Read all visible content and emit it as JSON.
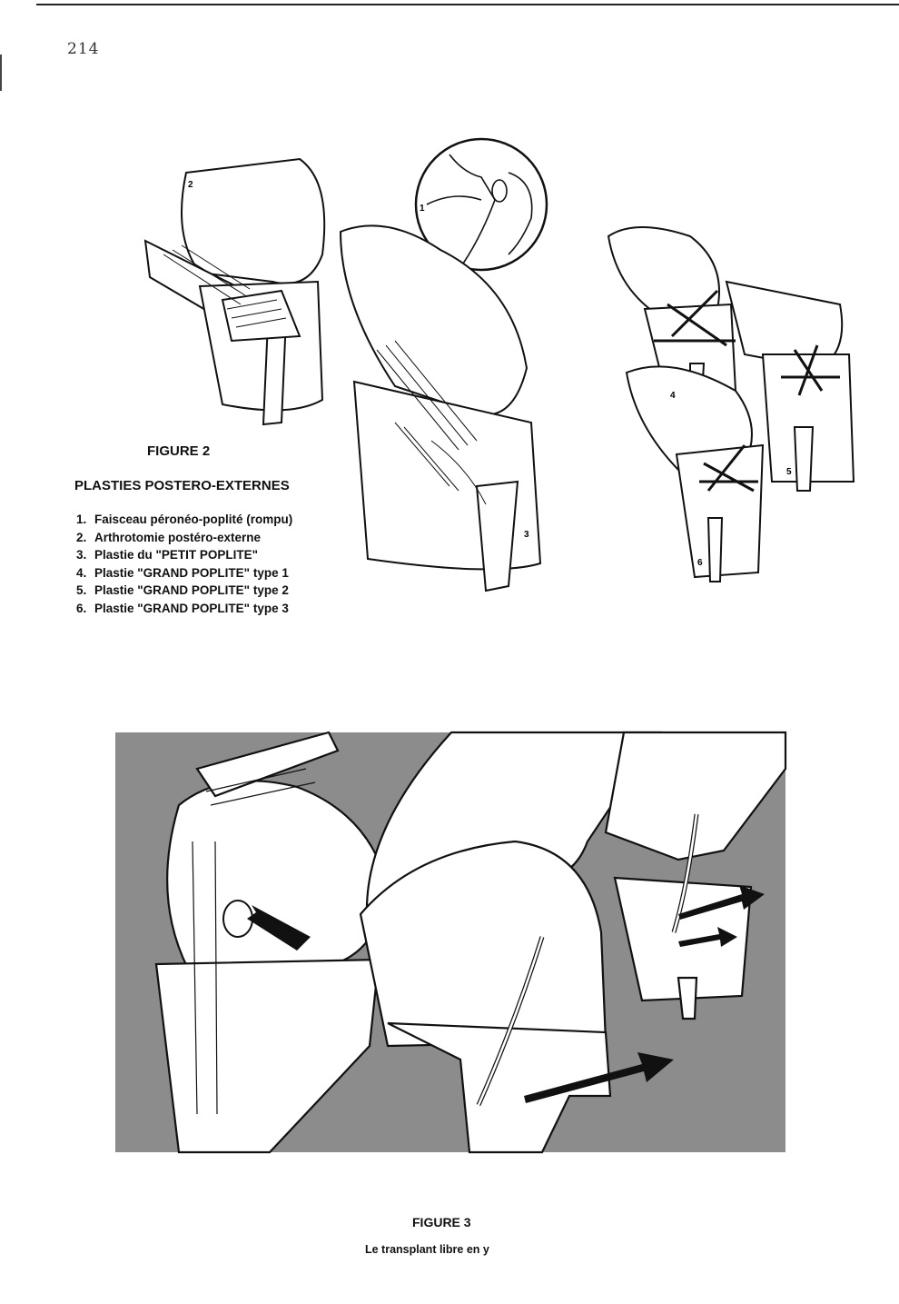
{
  "page": {
    "number": "214"
  },
  "figure2": {
    "title": "FIGURE 2",
    "subtitle": "PLASTIES POSTERO-EXTERNES",
    "legend": [
      {
        "num": "1.",
        "text": "Faisceau péronéo-poplité (rompu)"
      },
      {
        "num": "2.",
        "text": "Arthrotomie postéro-externe"
      },
      {
        "num": "3.",
        "text": "Plastie du \"PETIT POPLITE\""
      },
      {
        "num": "4.",
        "text": "Plastie \"GRAND POPLITE\" type 1"
      },
      {
        "num": "5.",
        "text": "Plastie \"GRAND POPLITE\" type 2"
      },
      {
        "num": "6.",
        "text": "Plastie \"GRAND POPLITE\" type 3"
      }
    ],
    "drawing_labels": [
      "1",
      "2",
      "3",
      "4",
      "5",
      "6"
    ]
  },
  "figure3": {
    "title": "FIGURE 3",
    "caption": "Le transplant libre en y"
  }
}
